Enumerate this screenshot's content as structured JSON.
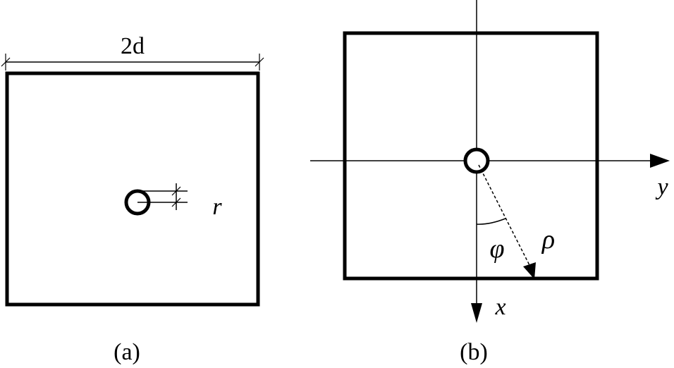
{
  "figure_a": {
    "width_label": "2d",
    "radius_label": "r",
    "caption": "(a)"
  },
  "figure_b": {
    "axis_y_label": "y",
    "axis_x_label": "x",
    "angle_label": "φ",
    "rho_label": "ρ",
    "caption": "(b)"
  },
  "colors": {
    "stroke": "#000000",
    "background": "#ffffff"
  }
}
